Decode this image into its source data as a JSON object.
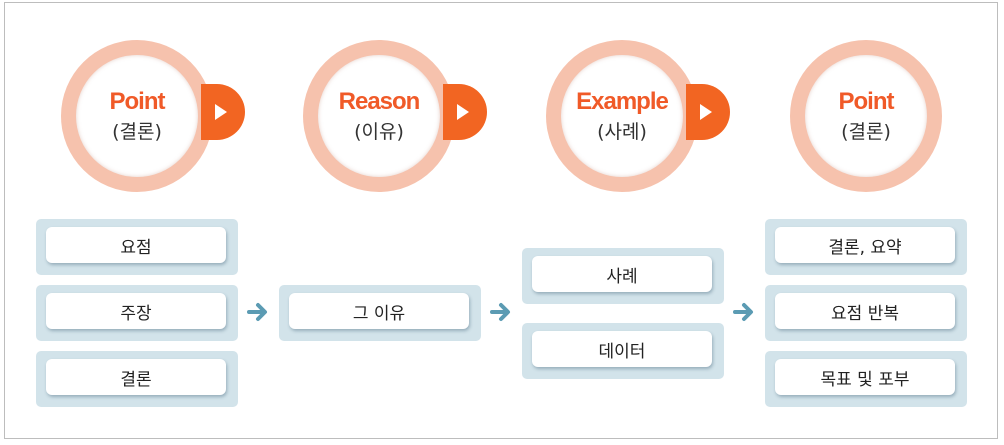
{
  "stages": [
    {
      "title": "Point",
      "subtitle": "(결론)"
    },
    {
      "title": "Reason",
      "subtitle": "(이유)"
    },
    {
      "title": "Example",
      "subtitle": "(사례)"
    },
    {
      "title": "Point",
      "subtitle": "(결론)"
    }
  ],
  "columns": [
    [
      "요점",
      "주장",
      "결론"
    ],
    [
      "그 이유"
    ],
    [
      "사례",
      "데이터"
    ],
    [
      "결론, 요약",
      "요점 반복",
      "목표 및 포부"
    ]
  ],
  "colors": {
    "accent": "#f05a28",
    "ring": "#f6c2ad",
    "play": "#f26522",
    "box_bg": "#d2e3ea",
    "arrow": "#5b9bb3"
  }
}
